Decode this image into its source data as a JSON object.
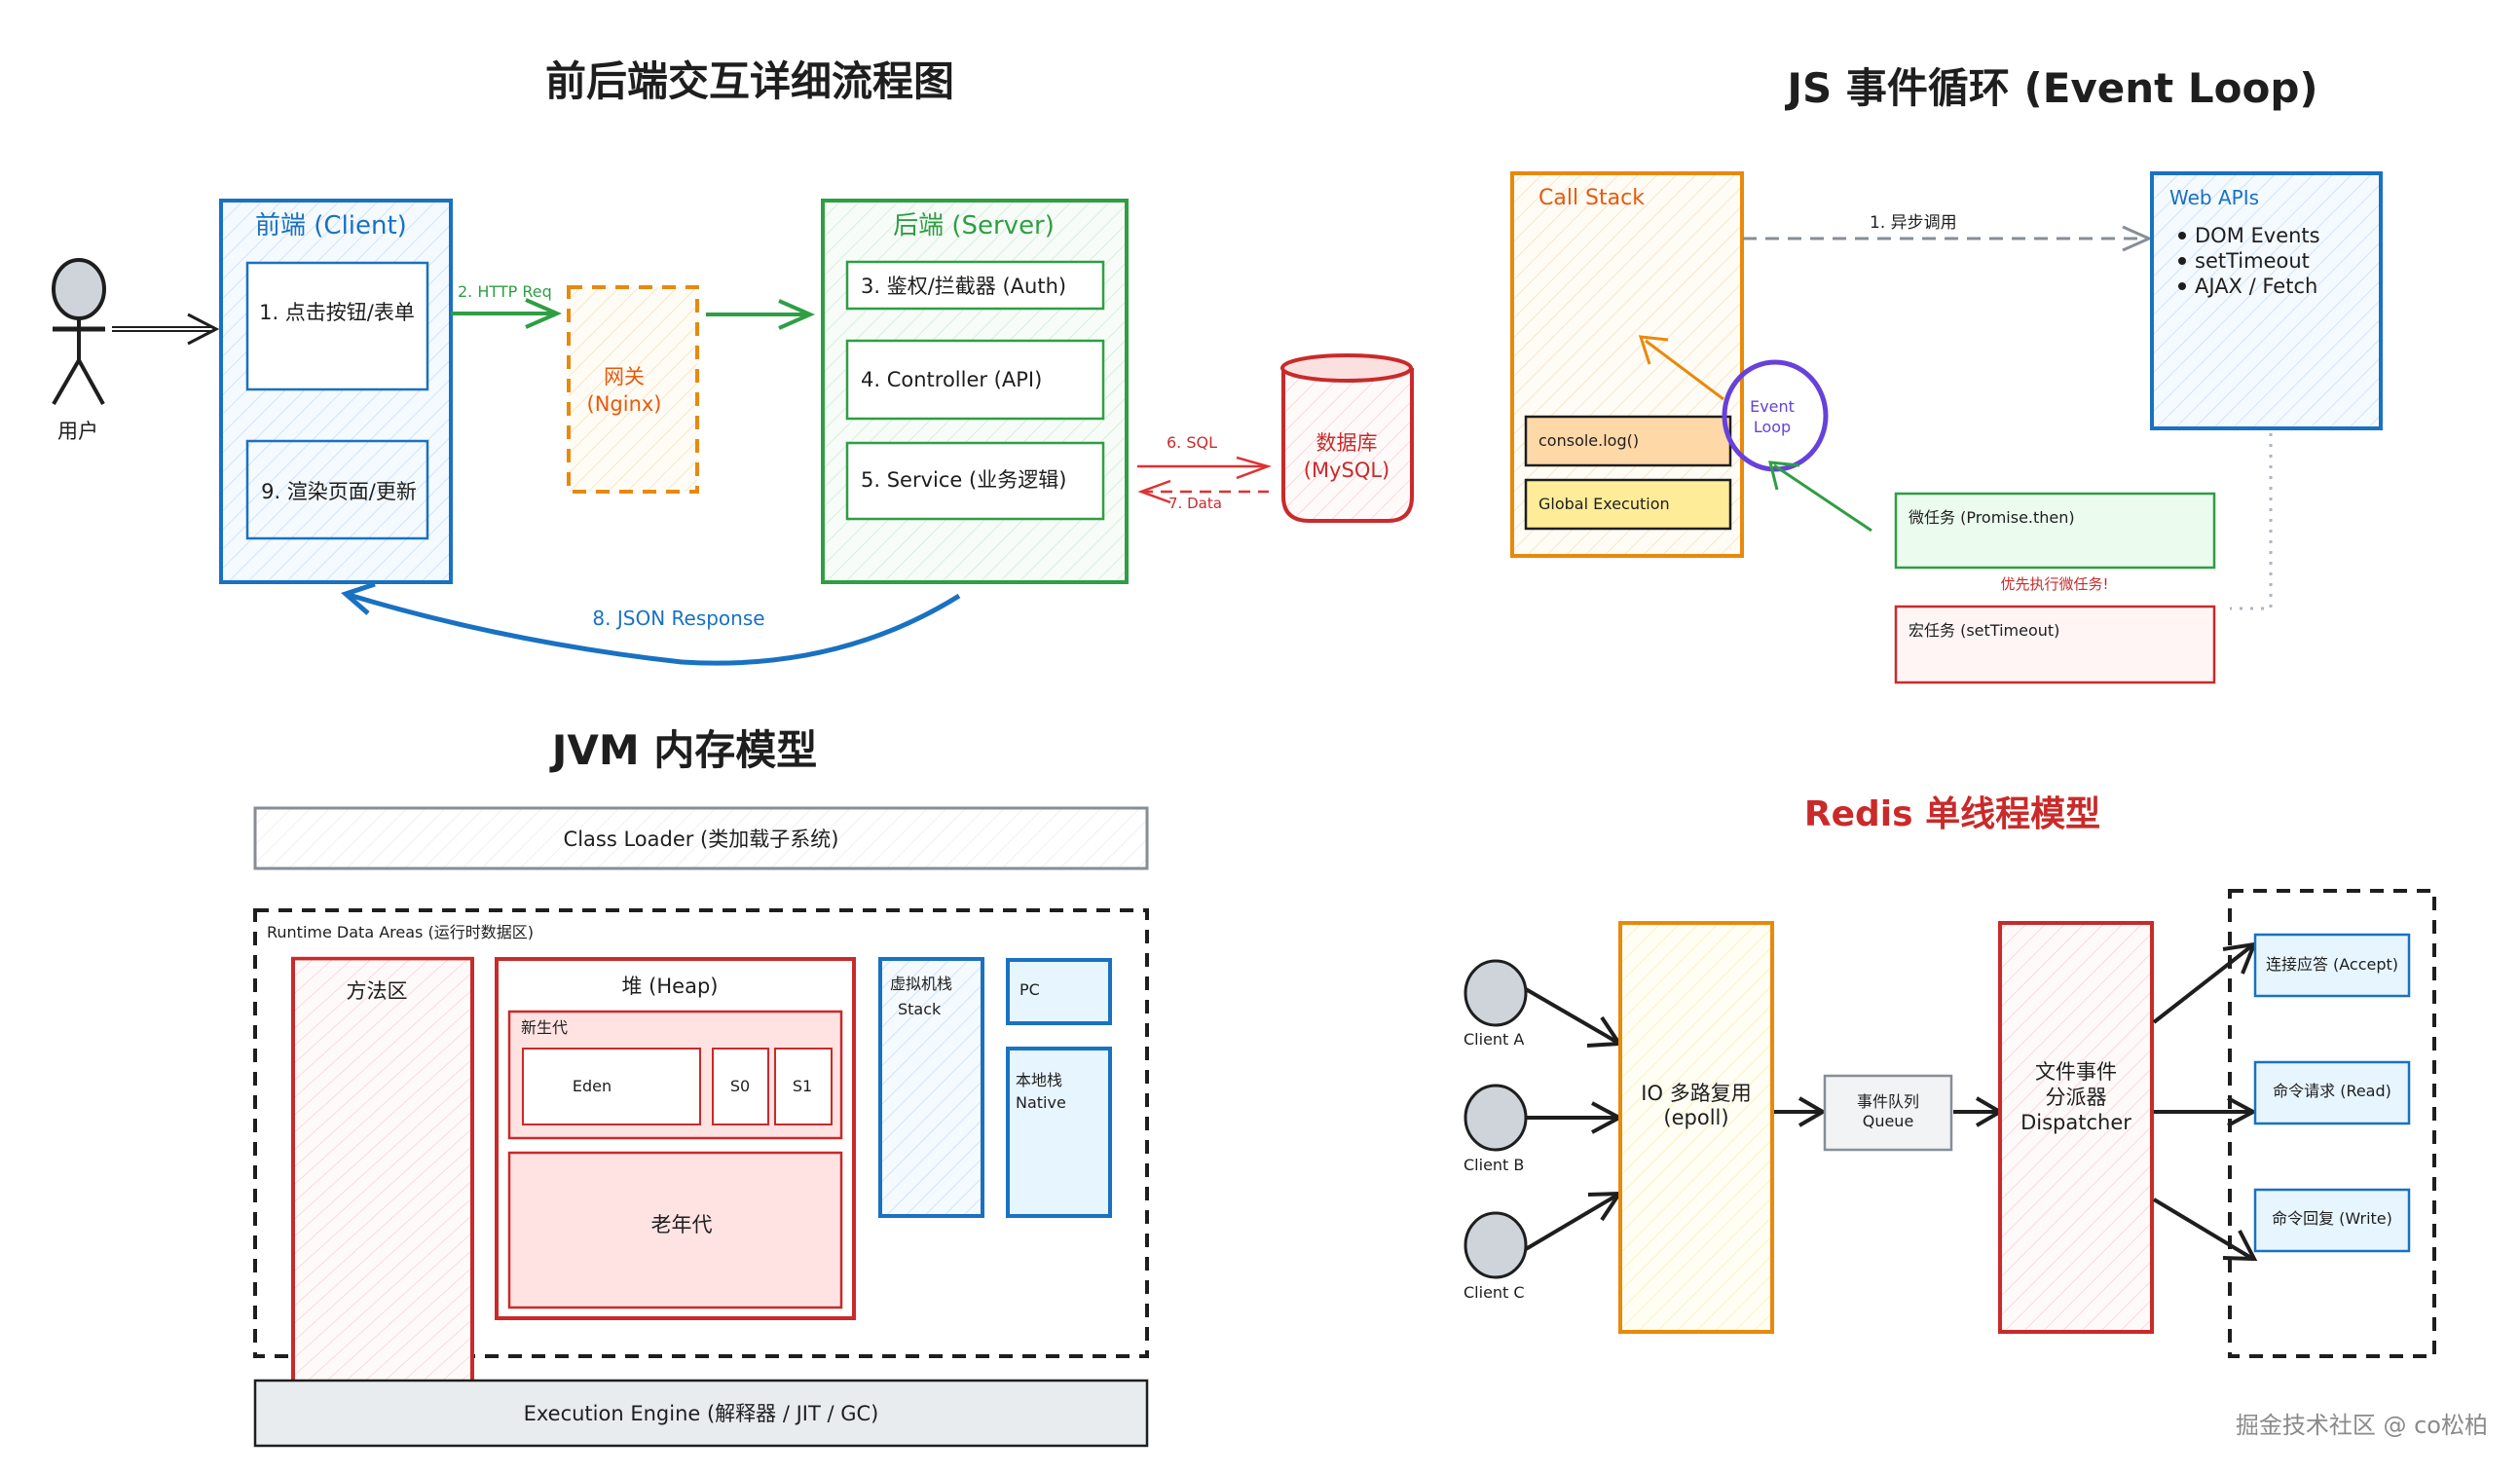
{
  "colors": {
    "blue": "#1971c2",
    "green": "#2f9e44",
    "orange": "#e8890c",
    "red": "#c92a2a",
    "purple": "#6741d9",
    "black": "#1e1e1e",
    "gray": "#868e96"
  },
  "flow": {
    "title": "前后端交互详细流程图",
    "user_label": "用户",
    "client": {
      "title": "前端 (Client)",
      "step1": "1. 点击按钮/表单",
      "step9": "9. 渲染页面/更新"
    },
    "http_req_label": "2. HTTP Req",
    "gateway": {
      "line1": "网关",
      "line2": "(Nginx)"
    },
    "server": {
      "title": "后端 (Server)",
      "step3": "3. 鉴权/拦截器 (Auth)",
      "step4": "4. Controller (API)",
      "step5": "5. Service (业务逻辑)"
    },
    "sql_label": "6. SQL",
    "data_label": "7. Data",
    "database": {
      "line1": "数据库",
      "line2": "(MySQL)"
    },
    "response_label": "8. JSON Response"
  },
  "event_loop": {
    "title": "JS 事件循环 (Event Loop)",
    "call_stack": {
      "title": "Call Stack",
      "frames": [
        "console.log()",
        "Global Execution"
      ]
    },
    "async_call_label": "1. 异步调用",
    "web_apis": {
      "title": "Web APIs",
      "items": [
        "DOM Events",
        "setTimeout",
        "AJAX / Fetch"
      ]
    },
    "loop_label": {
      "line1": "Event",
      "line2": "Loop"
    },
    "microtask": "微任务 (Promise.then)",
    "priority_note": "优先执行微任务!",
    "macrotask": "宏任务 (setTimeout)"
  },
  "jvm": {
    "title": "JVM 内存模型",
    "class_loader": "Class Loader (类加载子系统)",
    "runtime_title": "Runtime Data Areas (运行时数据区)",
    "method_area": "方法区",
    "heap": {
      "title": "堆 (Heap)",
      "young_gen": "新生代",
      "eden": "Eden",
      "s0": "S0",
      "s1": "S1",
      "old_gen": "老年代"
    },
    "vm_stack": {
      "line1": "虚拟机栈",
      "line2": "Stack"
    },
    "pc": "PC",
    "native_stack": {
      "line1": "本地栈",
      "line2": "Native"
    },
    "execution_engine": "Execution Engine (解释器 / JIT / GC)"
  },
  "redis": {
    "title": "Redis 单线程模型",
    "clients": [
      "Client A",
      "Client B",
      "Client C"
    ],
    "io_multiplex": {
      "line1": "IO 多路复用",
      "line2": "(epoll)"
    },
    "queue": {
      "line1": "事件队列",
      "line2": "Queue"
    },
    "dispatcher": {
      "line1": "文件事件",
      "line2": "分派器",
      "line3": "Dispatcher"
    },
    "handlers": [
      "连接应答 (Accept)",
      "命令请求 (Read)",
      "命令回复 (Write)"
    ]
  },
  "watermark": "掘金技术社区 @ co松柏"
}
